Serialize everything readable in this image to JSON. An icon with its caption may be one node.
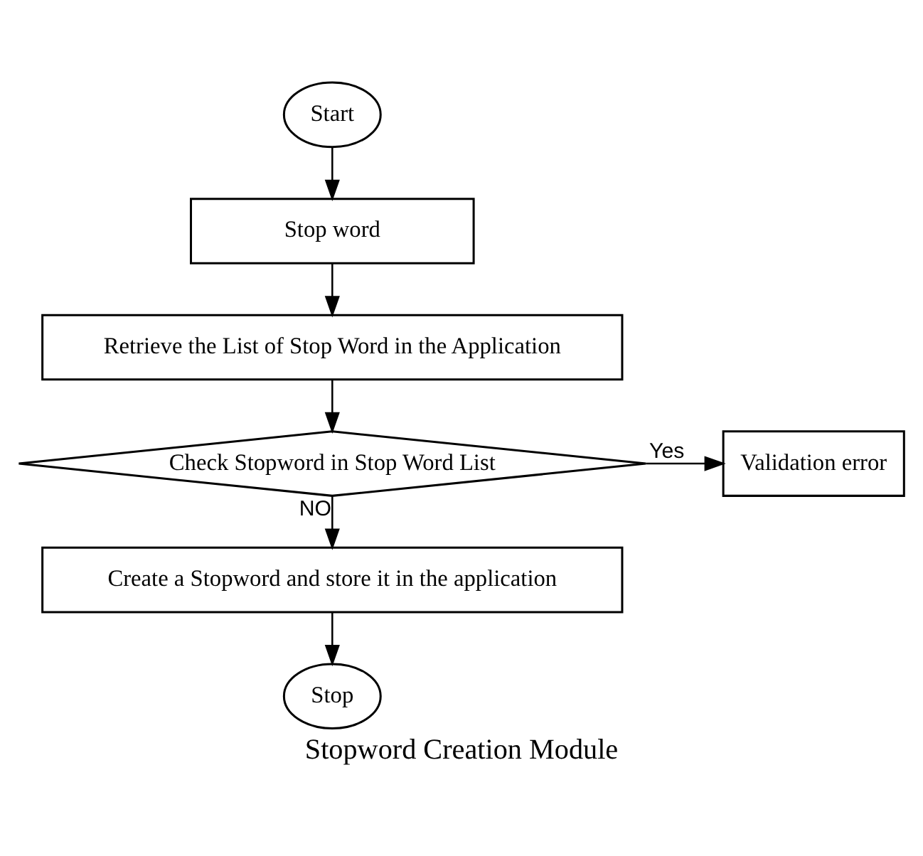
{
  "diagram": {
    "caption": "Stopword Creation Module",
    "nodes": [
      {
        "text": [
          "Start"
        ]
      },
      {
        "text": [
          "Stop word"
        ]
      },
      {
        "text": [
          "Retrieve the List of Stop Word in the Application"
        ]
      },
      {
        "text": [
          "Check Stopword in Stop Word List"
        ]
      },
      {
        "text": [
          "Validation error"
        ]
      },
      {
        "text": [
          "Create a Stopword and store it in the application"
        ]
      },
      {
        "text": [
          "Stop"
        ]
      }
    ],
    "edges": [
      {
        "from": 0,
        "to": 1,
        "arrow": "to"
      },
      {
        "from": 1,
        "to": 2,
        "arrow": "to"
      },
      {
        "from": 2,
        "to": 3,
        "arrow": "to"
      },
      {
        "from": 3,
        "to": 4,
        "arrow": "to",
        "label": "Yes"
      },
      {
        "from": 3,
        "to": 5,
        "arrow": "to",
        "label": "NO"
      },
      {
        "from": 5,
        "to": 6,
        "arrow": "to"
      }
    ]
  }
}
